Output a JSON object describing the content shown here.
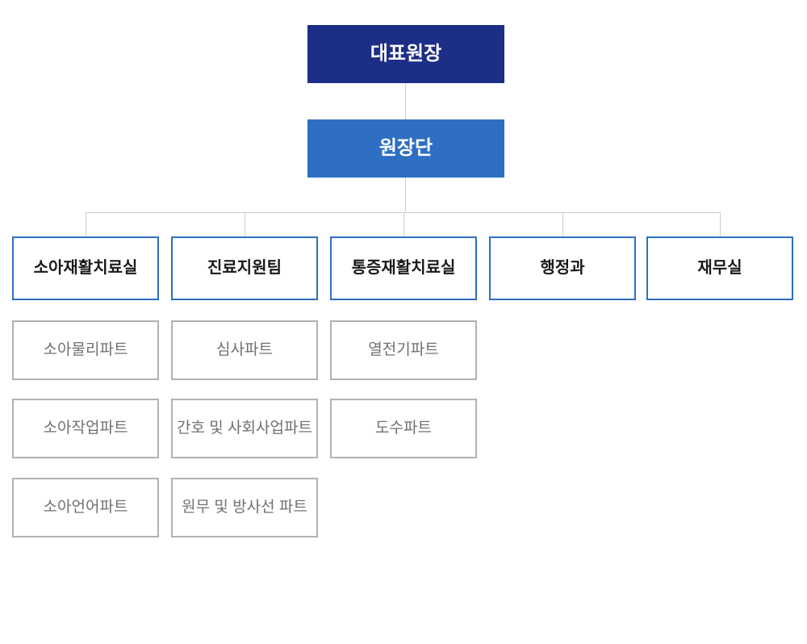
{
  "chart": {
    "root": {
      "label": "대표원장"
    },
    "executive": {
      "label": "원장단"
    },
    "departments": [
      {
        "label": "소아재활치료실",
        "children": [
          "소아물리파트",
          "소아작업파트",
          "소아언어파트"
        ]
      },
      {
        "label": "진료지원팀",
        "children": [
          "심사파트",
          "간호 및 사회사업파트",
          "원무 및 방사선 파트"
        ]
      },
      {
        "label": "통증재활치료실",
        "children": [
          "열전기파트",
          "도수파트"
        ]
      },
      {
        "label": "행정과",
        "children": []
      },
      {
        "label": "재무실",
        "children": []
      }
    ],
    "colors": {
      "root_bg": "#1c2e86",
      "executive_bg": "#2e6fc4",
      "dept_border": "#2e6fc4",
      "dept_text": "#1a1a1a",
      "sub_border": "#b1b1b1",
      "sub_text": "#707070",
      "connector": "#cccccc"
    }
  }
}
